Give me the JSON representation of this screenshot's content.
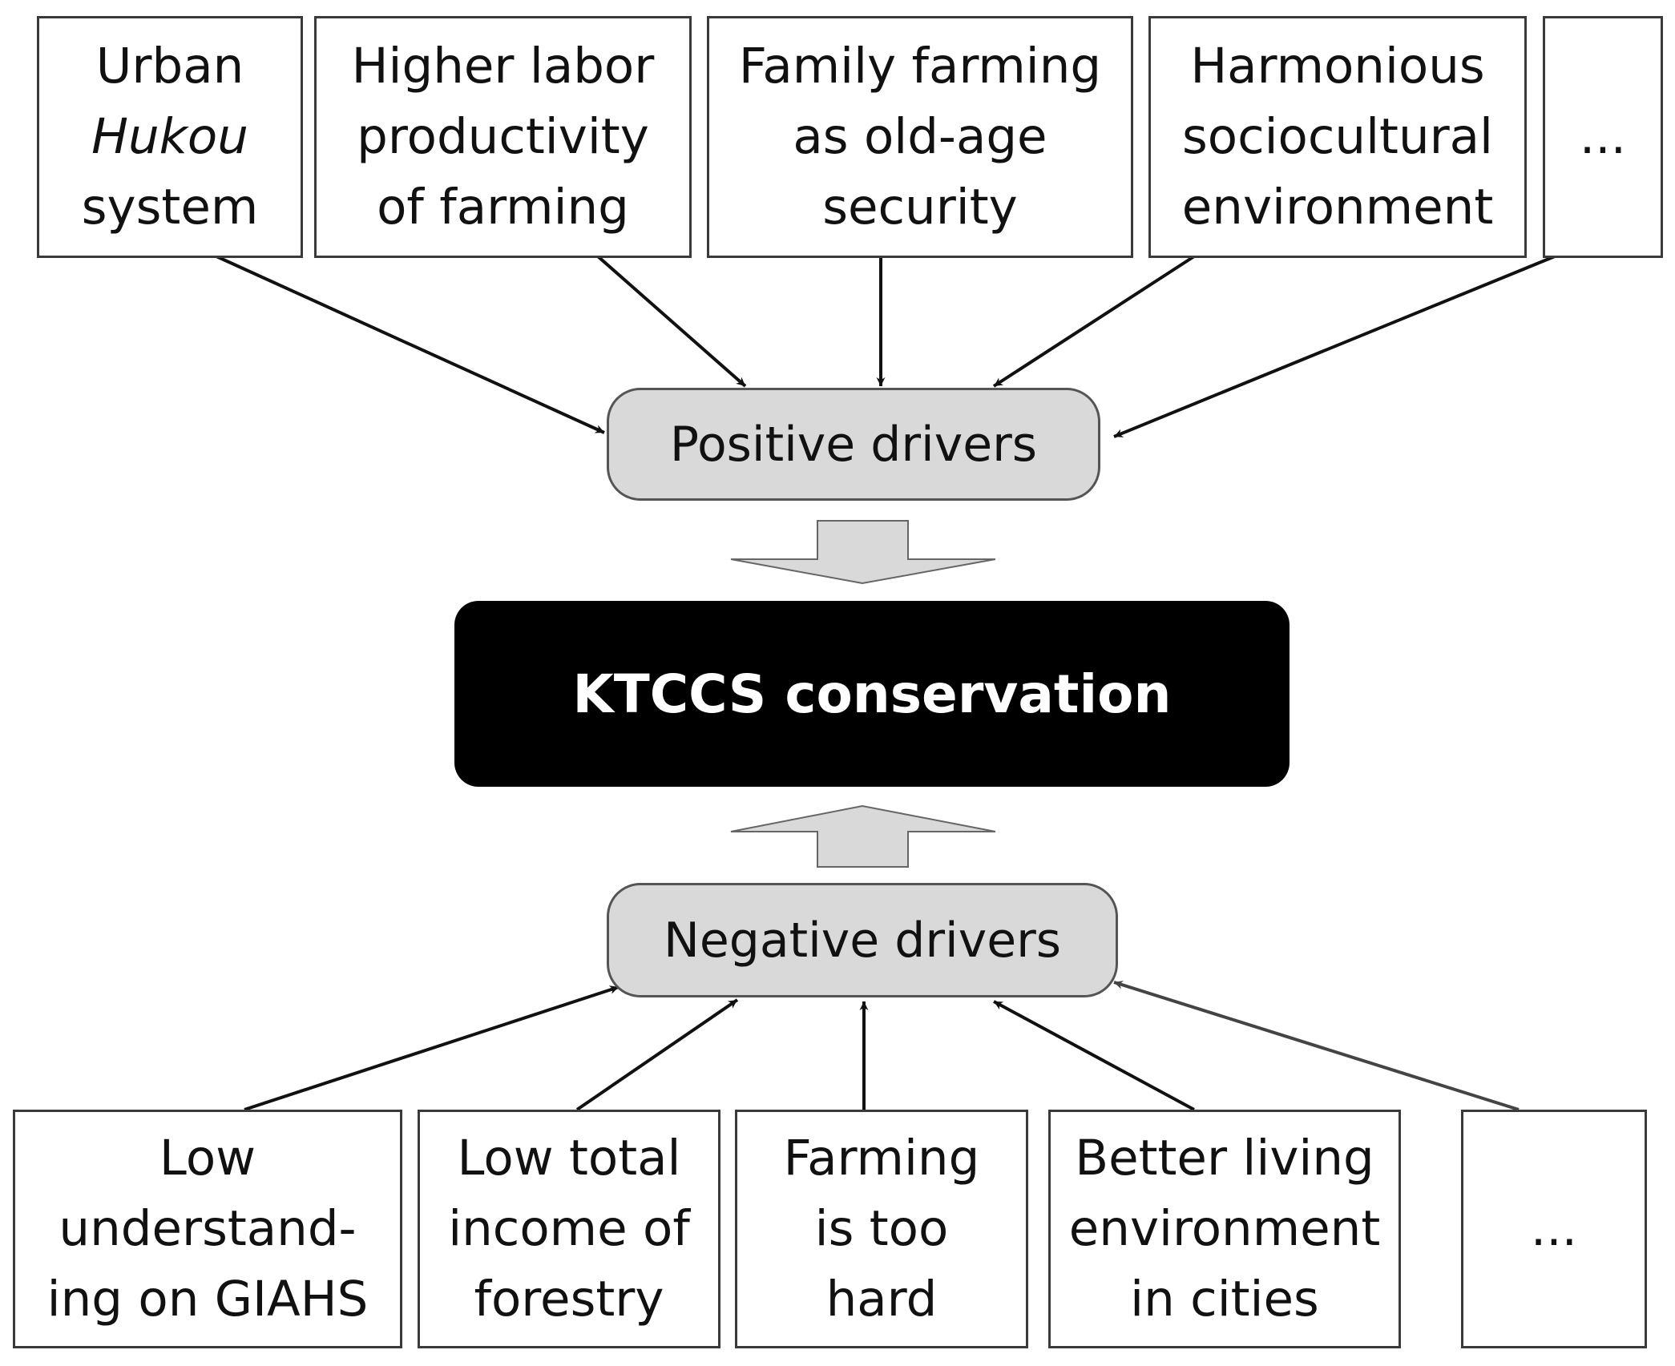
{
  "top_factors": [
    {
      "line1": "Urban",
      "line2": "Hukou",
      "line3": "system"
    },
    {
      "line1": "Higher labor",
      "line2": "productivity",
      "line3": "of farming"
    },
    {
      "line1": "Family farming",
      "line2": "as old-age",
      "line3": "security"
    },
    {
      "line1": "Harmonious",
      "line2": "sociocultural",
      "line3": "environment"
    },
    {
      "line1": "..."
    }
  ],
  "positive_drivers": "Positive drivers",
  "center": "KTCCS conservation",
  "negative_drivers": "Negative drivers",
  "bottom_factors": [
    {
      "line1": "Low",
      "line2": "understand-",
      "line3": "ing on GIAHS"
    },
    {
      "line1": "Low total",
      "line2": "income of",
      "line3": "forestry"
    },
    {
      "line1": "Farming",
      "line2": "is too",
      "line3": "hard"
    },
    {
      "line1": "Better living",
      "line2": "environment",
      "line3": "in cities"
    },
    {
      "line1": "..."
    }
  ],
  "colors": {
    "box_border": "#3a3a3a",
    "pill_fill": "#d9d9d9",
    "center_fill": "#000000",
    "center_text": "#ffffff",
    "block_arrow_fill": "#d9d9d9",
    "connector": "#111111"
  }
}
